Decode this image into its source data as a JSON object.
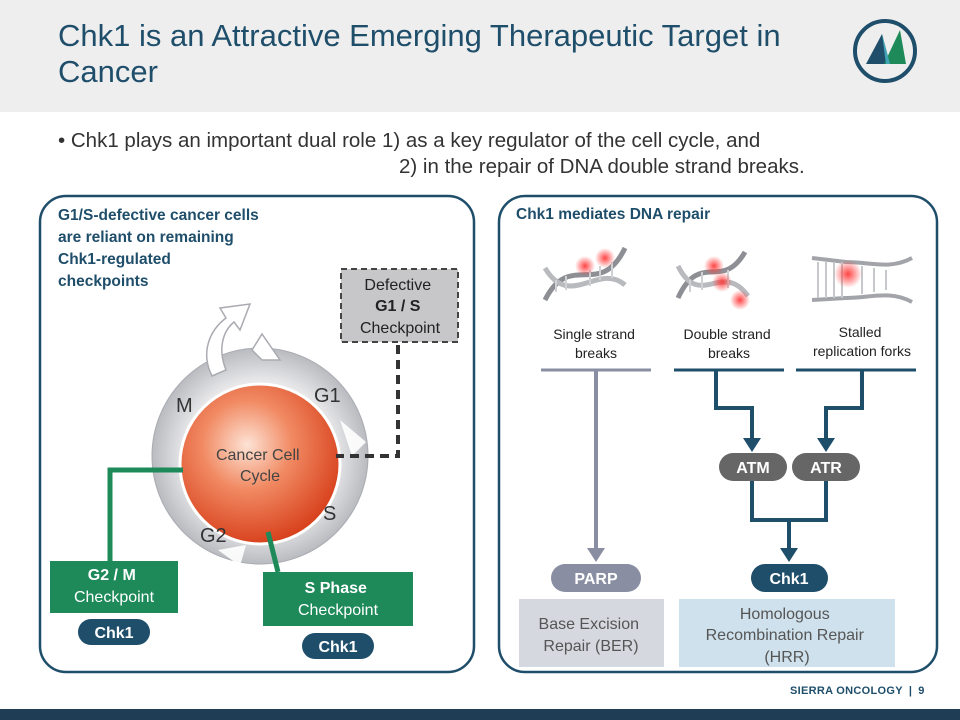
{
  "header": {
    "title": "Chk1 is an Attractive Emerging Therapeutic Target in Cancer"
  },
  "bullet": {
    "line1": "Chk1 plays an important dual role 1) as a key regulator of the cell cycle, and",
    "line2": "2) in the repair of DNA double strand breaks."
  },
  "left_panel": {
    "title": "G1/S-defective cancer cells are reliant on remaining Chk1-regulated checkpoints",
    "title_lines": [
      "G1/S-defective cancer cells",
      "are reliant on remaining",
      "Chk1-regulated",
      "checkpoints"
    ],
    "cycle_center_line1": "Cancer Cell",
    "cycle_center_line2": "Cycle",
    "phase_m": "M",
    "phase_g1": "G1",
    "phase_s": "S",
    "phase_g2": "G2",
    "defective_line1": "Defective",
    "defective_line2": "G1 / S",
    "defective_line3": "Checkpoint",
    "g2m_line1": "G2 / M",
    "g2m_line2": "Checkpoint",
    "s_phase_line1": "S Phase",
    "s_phase_line2": "Checkpoint",
    "chk1_left": "Chk1",
    "chk1_right": "Chk1"
  },
  "right_panel": {
    "title": "Chk1 mediates DNA repair",
    "single_line1": "Single strand",
    "single_line2": "breaks",
    "double_line1": "Double strand",
    "double_line2": "breaks",
    "stalled_line1": "Stalled",
    "stalled_line2": "replication forks",
    "atm": "ATM",
    "atr": "ATR",
    "parp": "PARP",
    "chk1": "Chk1",
    "ber_line1": "Base Excision",
    "ber_line2": "Repair (BER)",
    "hrr_line1": "Homologous",
    "hrr_line2": "Recombination Repair",
    "hrr_line3": "(HRR)"
  },
  "footer": {
    "company": "SIERRA ONCOLOGY",
    "separator": "|",
    "page": "9"
  },
  "colors": {
    "navy": "#1f4e6b",
    "green": "#1e8a5a",
    "gray_pill": "#666666",
    "parp_pill": "#8a8ea2",
    "ber_box": "#d6d8e0",
    "hrr_box": "#cfe1ec",
    "cell_red": "#e8542e"
  }
}
